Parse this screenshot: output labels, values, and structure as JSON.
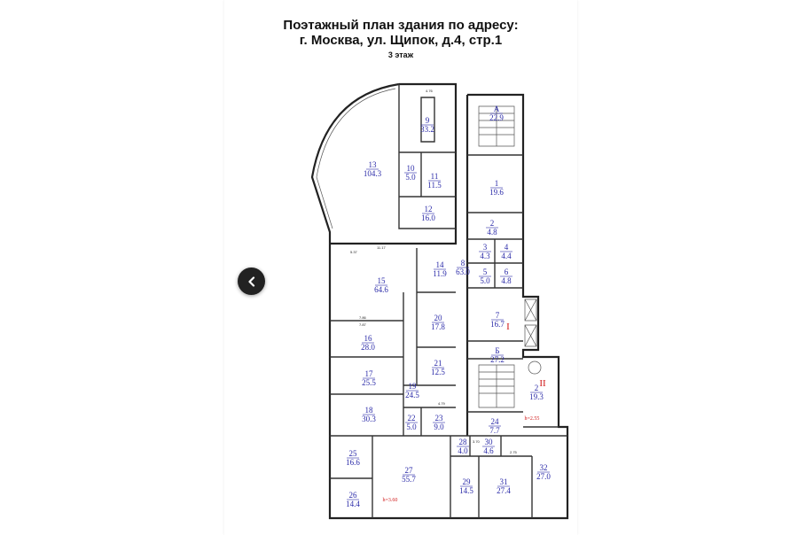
{
  "plan": {
    "title_line1": "Поэтажный план здания по адресу:",
    "title_line2": "г. Москва, ул. Щипок, д.4, стр.1",
    "floor": "3 этаж",
    "rooms": [
      {
        "number": "9",
        "area": "33.2"
      },
      {
        "number": "13",
        "area": "104.3"
      },
      {
        "number": "10",
        "area": "5.0"
      },
      {
        "number": "11",
        "area": "11.5"
      },
      {
        "number": "12",
        "area": "16.0"
      },
      {
        "number": "А",
        "area": "22.9"
      },
      {
        "number": "1",
        "area": "19.6"
      },
      {
        "number": "2",
        "area": "4.8"
      },
      {
        "number": "3",
        "area": "4.3"
      },
      {
        "number": "4",
        "area": "4.4"
      },
      {
        "number": "5",
        "area": "5.0"
      },
      {
        "number": "6",
        "area": "4.8"
      },
      {
        "number": "14",
        "area": "11.9"
      },
      {
        "number": "8",
        "area": "63.0"
      },
      {
        "number": "15",
        "area": "64.6"
      },
      {
        "number": "20",
        "area": "17.8"
      },
      {
        "number": "7",
        "area": "16.7"
      },
      {
        "number": "16",
        "area": "28.0"
      },
      {
        "number": "21",
        "area": "12.5"
      },
      {
        "number": "Б",
        "area": "27.2"
      },
      {
        "number": "17",
        "area": "25.5"
      },
      {
        "number": "19",
        "area": "24.5"
      },
      {
        "number": "2",
        "area": "19.3"
      },
      {
        "number": "18",
        "area": "30.3"
      },
      {
        "number": "22",
        "area": "5.0"
      },
      {
        "number": "23",
        "area": "9.0"
      },
      {
        "number": "24",
        "area": "7.7"
      },
      {
        "number": "25",
        "area": "16.6"
      },
      {
        "number": "28",
        "area": "4.0"
      },
      {
        "number": "30",
        "area": "4.6"
      },
      {
        "number": "27",
        "area": "55.7"
      },
      {
        "number": "29",
        "area": "14.5"
      },
      {
        "number": "31",
        "area": "27.4"
      },
      {
        "number": "32",
        "area": "27.0"
      },
      {
        "number": "26",
        "area": "14.4"
      }
    ],
    "markers": {
      "section_1": "I",
      "section_2": "II",
      "height_1": "h=2.55",
      "height_2": "h=3.60"
    },
    "dimensions": [
      "4.76",
      "11.17",
      "5.37",
      "7.86",
      "7.87",
      "4.79",
      "3.70",
      "2.75"
    ]
  },
  "viewer": {
    "back_icon": "chevron-left-icon"
  }
}
